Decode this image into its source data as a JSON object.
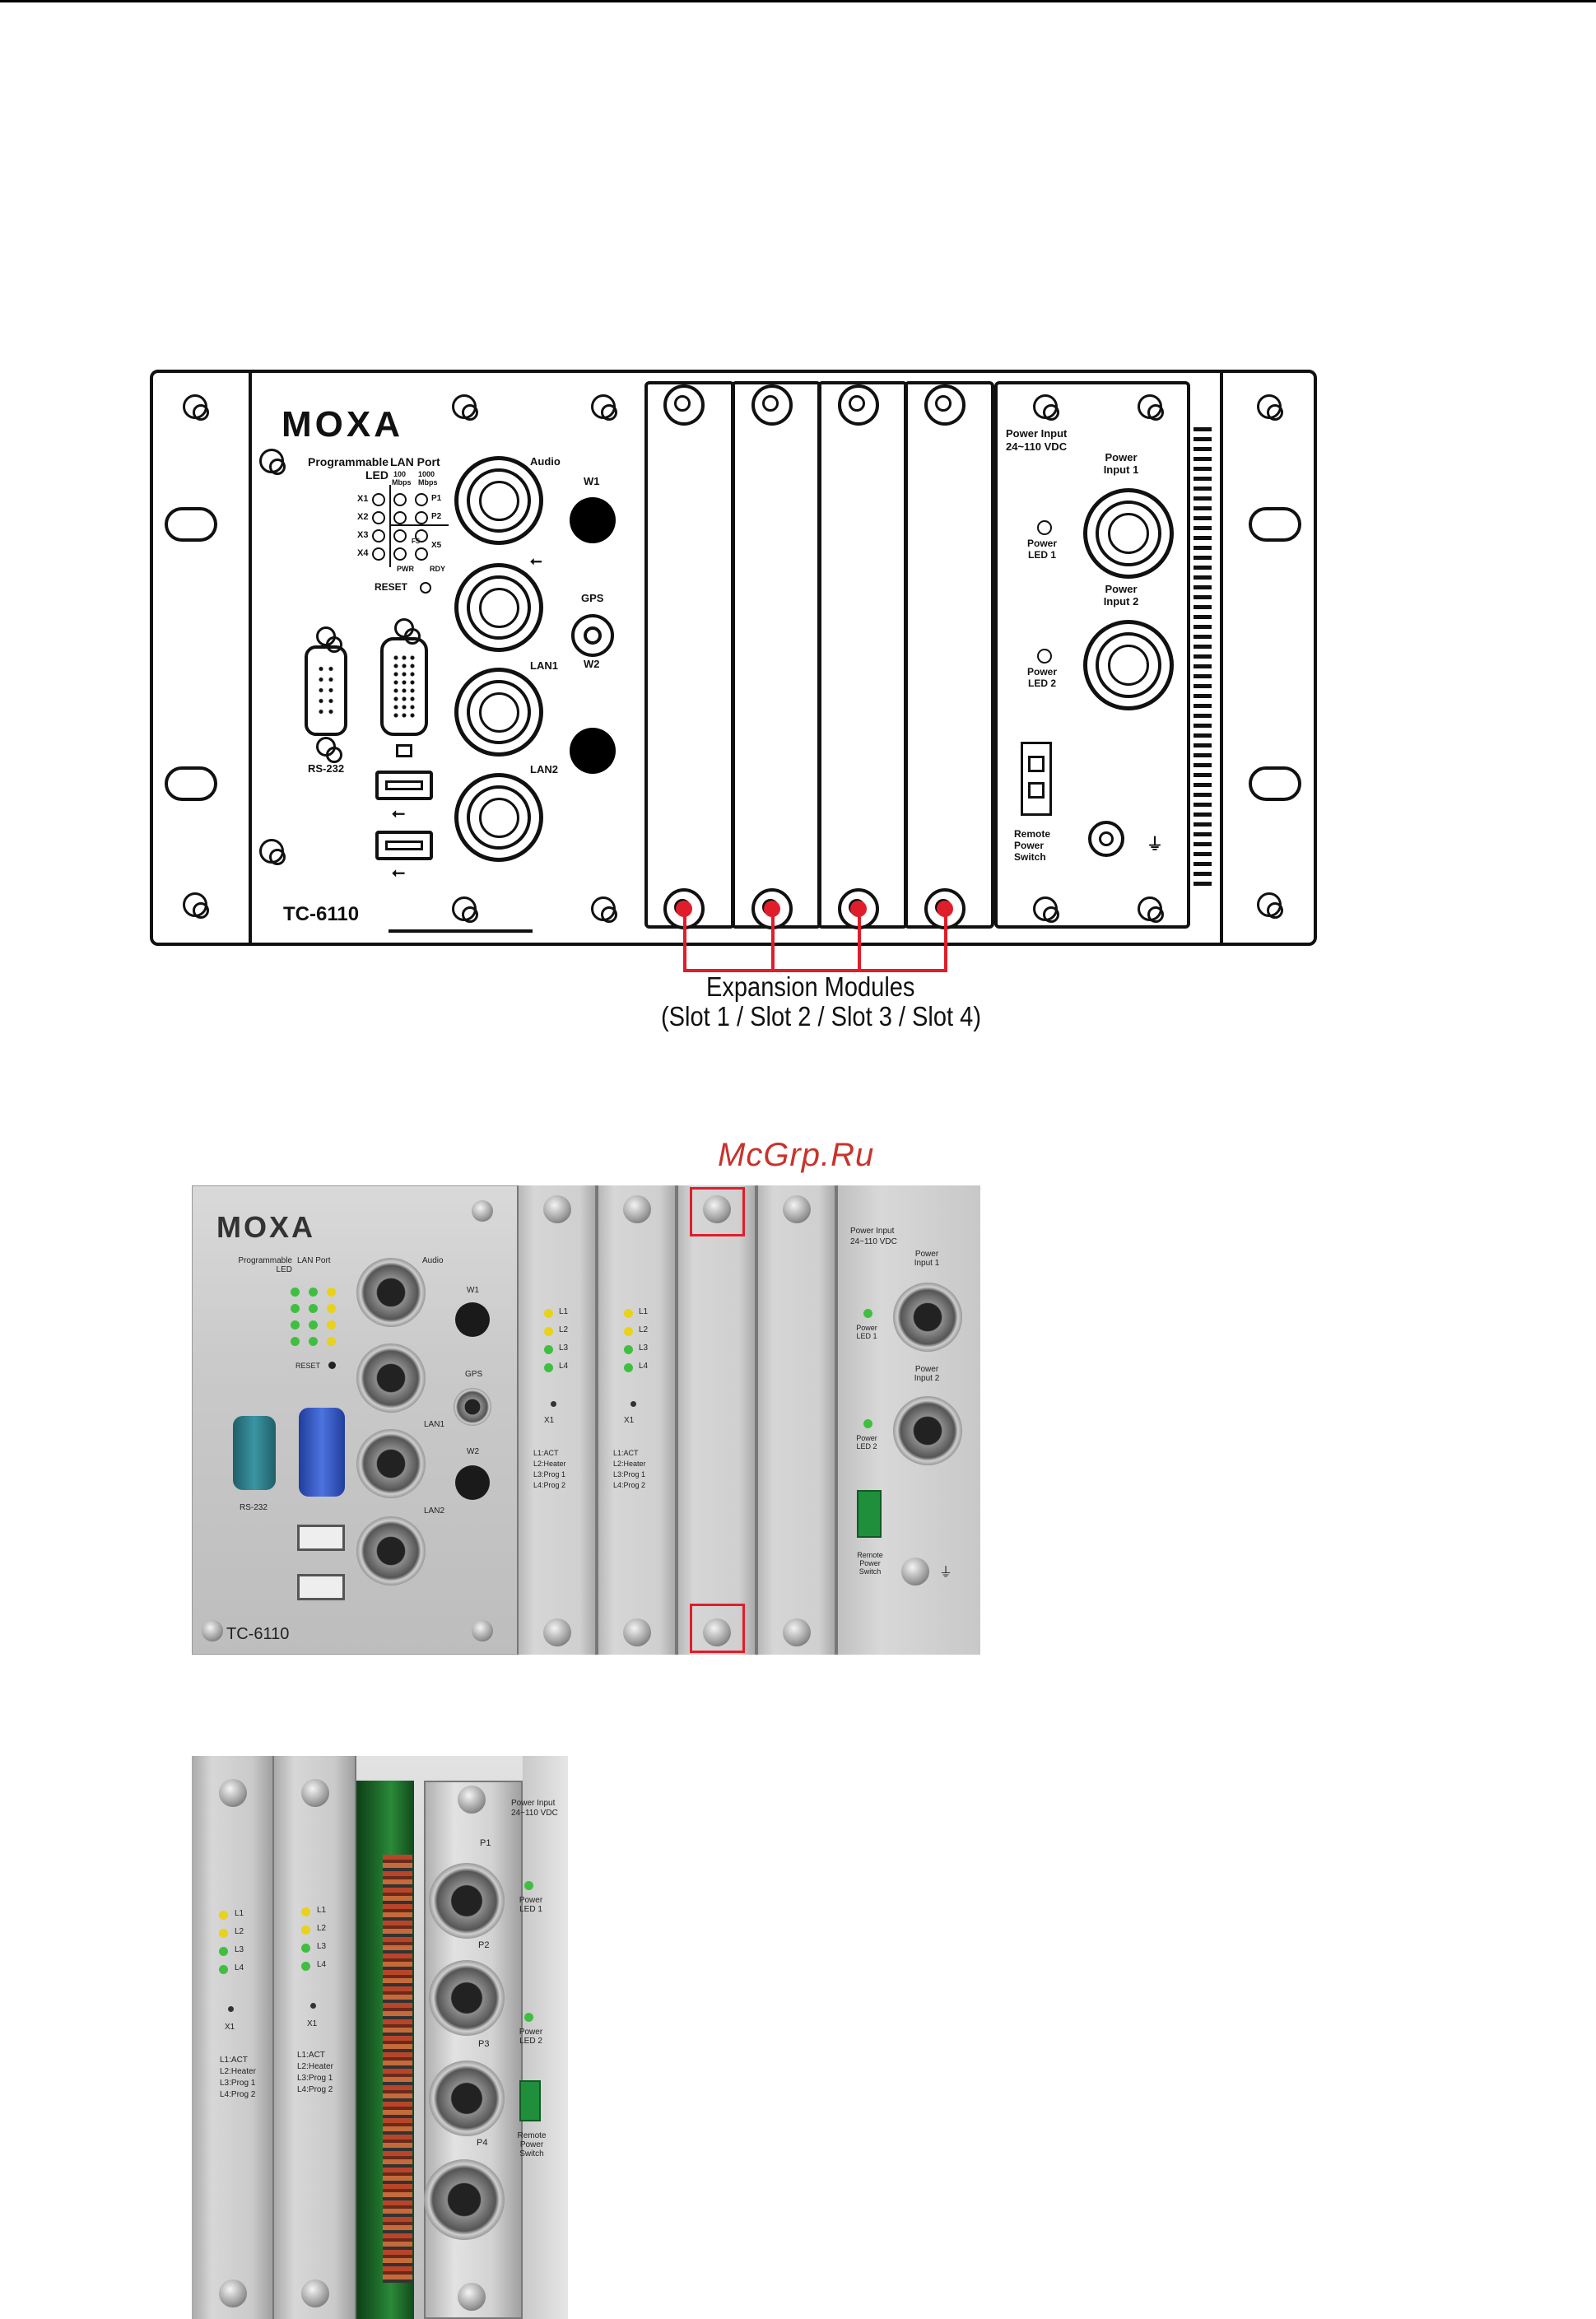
{
  "watermark": "McGrp.Ru",
  "diagram": {
    "brand": "MOXA",
    "model": "TC-6110",
    "led_header_1": "Programmable",
    "led_header_2": "LED",
    "lan_header": "LAN Port",
    "speed_100": "100",
    "speed_1000": "1000",
    "mbps": "Mbps",
    "x_leds": [
      "X1",
      "X2",
      "X3",
      "X4"
    ],
    "p_labels": [
      "P1",
      "P2"
    ],
    "x5": "X5",
    "pwr": "PWR",
    "rdy": "RDY",
    "fs": "FS",
    "reset": "RESET",
    "audio": "Audio",
    "w1": "W1",
    "gps": "GPS",
    "w2": "W2",
    "lan1": "LAN1",
    "lan2": "LAN2",
    "rs232": "RS-232",
    "power_input": "Power Input",
    "power_range": "24~110 VDC",
    "power_input_1": "Power Input 1",
    "power_input_2": "Power Input 2",
    "power_led_1": "Power LED 1",
    "power_led_2": "Power LED 2",
    "remote_switch": "Remote Power Switch",
    "callout_line1": "Expansion Modules",
    "callout_line2": "(Slot 1 / Slot 2 / Slot 3 / Slot 4)"
  },
  "photo_front": {
    "brand": "MOXA",
    "model": "TC-6110",
    "led_header": "Programmable LED",
    "lan_header": "LAN Port",
    "audio": "Audio",
    "w1": "W1",
    "gps": "GPS",
    "w2": "W2",
    "lan1": "LAN1",
    "lan2": "LAN2",
    "rs232": "RS-232",
    "reset": "RESET",
    "module_leds": [
      "L1",
      "L2",
      "L3",
      "L4"
    ],
    "module_x1": "X1",
    "module_legend": [
      "L1:ACT",
      "L2:Heater",
      "L3:Prog 1",
      "L4:Prog 2"
    ],
    "power_input": "Power Input",
    "power_range": "24~110 VDC",
    "power_input_1": "Power Input 1",
    "power_input_2": "Power Input 2",
    "power_led_1": "Power LED 1",
    "power_led_2": "Power LED 2",
    "remote_switch": "Remote Power Switch"
  },
  "photo_side": {
    "module_leds": [
      "L1",
      "L2",
      "L3",
      "L4"
    ],
    "module_x1": "X1",
    "module_legend": [
      "L1:ACT",
      "L2:Heater",
      "L3:Prog 1",
      "L4:Prog 2"
    ],
    "ports": [
      "P1",
      "P2",
      "P3",
      "P4"
    ],
    "power_input": "Power Input",
    "power_range": "24~110 VDC",
    "power_led_1": "Power LED 1",
    "power_led_2": "Power LED 2",
    "remote_switch": "Remote Power Switch"
  },
  "colors": {
    "callout_red": "#e01e2b",
    "watermark_red": "#c8332b",
    "led_yellow": "#e8d21a",
    "led_green": "#3fbf3f",
    "usb_blue": "#3a5fd6",
    "rs232_teal": "#2f7c8a",
    "pcb_green": "#1f6f2c"
  }
}
